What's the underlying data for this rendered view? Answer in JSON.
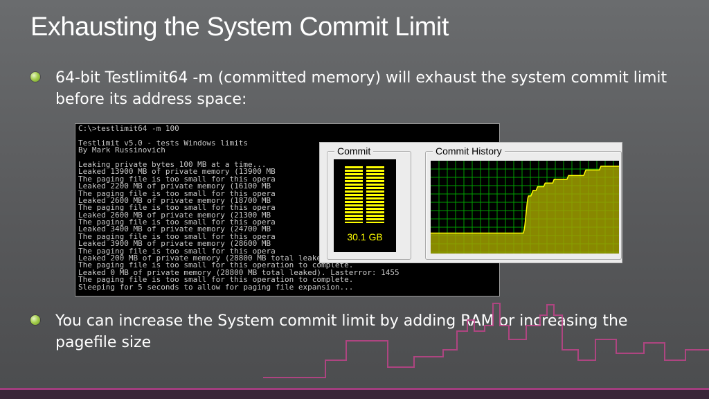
{
  "slide": {
    "title": "Exhausting the System Commit Limit",
    "bullets": [
      {
        "text": "64-bit Testlimit64 -m (committed memory) will exhaust the system commit limit before its address space:"
      },
      {
        "text": "You can increase the System commit limit by adding RAM or increasing the pagefile size"
      }
    ]
  },
  "console": {
    "lines": [
      "C:\\>testlimit64 -m 100",
      "",
      "Testlimit v5.0 - tests Windows limits",
      "By Mark Russinovich",
      "",
      "Leaking private bytes 100 MB at a time...",
      "Leaked 13900 MB of private memory (13900 MB",
      "The paging file is too small for this opera",
      "Leaked 2200 MB of private memory (16100 MB",
      "The paging file is too small for this opera",
      "Leaked 2600 MB of private memory (18700 MB",
      "The paging file is too small for this opera",
      "Leaked 2600 MB of private memory (21300 MB",
      "The paging file is too small for this opera",
      "Leaked 3400 MB of private memory (24700 MB",
      "The paging file is too small for this opera",
      "Leaked 3900 MB of private memory (28600 MB",
      "The paging file is too small for this opera",
      "Leaked 200 MB of private memory (28800 MB total leaked). Lasterror: 1455",
      "The paging file is too small for this operation to complete.",
      "Leaked 0 MB of private memory (28800 MB total leaked). Lasterror: 1455",
      "The paging file is too small for this operation to complete.",
      "Sleeping for 5 seconds to allow for paging file expansion..."
    ]
  },
  "task_manager": {
    "commit_label": "Commit",
    "history_label": "Commit History",
    "commit_value": "30.1 GB",
    "colors": {
      "meter_fill": "#ffff00",
      "grid": "#00a000",
      "history_fill": "#a0a000",
      "history_line": "#ffff00"
    },
    "commit_history": [
      0.22,
      0.22,
      0.22,
      0.22,
      0.22,
      0.22,
      0.22,
      0.22,
      0.22,
      0.22,
      0.22,
      0.22,
      0.22,
      0.22,
      0.22,
      0.22,
      0.22,
      0.22,
      0.22,
      0.22,
      0.22,
      0.22,
      0.22,
      0.22,
      0.22,
      0.22,
      0.22,
      0.22,
      0.22,
      0.22,
      0.22,
      0.22,
      0.22,
      0.22,
      0.22,
      0.22,
      0.22,
      0.22,
      0.22,
      0.22,
      0.22,
      0.22,
      0.22,
      0.22,
      0.22,
      0.22,
      0.22,
      0.22,
      0.22,
      0.22,
      0.22,
      0.22,
      0.22,
      0.22,
      0.22,
      0.22,
      0.22,
      0.22,
      0.22,
      0.22,
      0.22,
      0.22,
      0.22,
      0.22,
      0.22,
      0.22,
      0.22,
      0.22,
      0.22,
      0.22,
      0.22,
      0.22,
      0.22,
      0.22,
      0.22,
      0.22,
      0.22,
      0.22,
      0.22,
      0.22,
      0.22,
      0.22,
      0.22,
      0.22,
      0.22,
      0.22,
      0.22,
      0.22,
      0.22,
      0.22,
      0.22,
      0.22,
      0.22,
      0.22,
      0.22,
      0.22,
      0.22,
      0.22,
      0.22,
      0.22,
      0.22,
      0.22,
      0.22,
      0.22,
      0.22,
      0.22,
      0.22,
      0.22,
      0.22,
      0.22,
      0.22,
      0.22,
      0.22,
      0.22,
      0.22,
      0.22,
      0.22,
      0.22,
      0.22,
      0.22,
      0.22,
      0.22,
      0.22,
      0.22,
      0.25,
      0.3,
      0.38,
      0.46,
      0.54,
      0.6,
      0.62,
      0.62,
      0.62,
      0.62,
      0.64,
      0.66,
      0.68,
      0.68,
      0.68,
      0.68,
      0.68,
      0.7,
      0.72,
      0.72,
      0.72,
      0.72,
      0.72,
      0.72,
      0.72,
      0.72,
      0.72,
      0.74,
      0.76,
      0.76,
      0.76,
      0.76,
      0.76,
      0.76,
      0.76,
      0.76,
      0.76,
      0.76,
      0.76,
      0.78,
      0.8,
      0.8,
      0.8,
      0.8,
      0.8,
      0.8,
      0.8,
      0.8,
      0.8,
      0.8,
      0.8,
      0.8,
      0.8,
      0.8,
      0.8,
      0.8,
      0.8,
      0.8,
      0.82,
      0.84,
      0.84,
      0.84,
      0.84,
      0.84,
      0.84,
      0.84,
      0.84,
      0.84,
      0.84,
      0.84,
      0.84,
      0.84,
      0.84,
      0.84,
      0.84,
      0.84,
      0.84,
      0.84,
      0.84,
      0.84,
      0.86,
      0.88,
      0.9,
      0.9,
      0.9,
      0.9,
      0.9,
      0.9,
      0.9,
      0.9,
      0.9,
      0.9,
      0.9,
      0.9,
      0.9,
      0.9,
      0.9,
      0.9,
      0.9,
      0.9,
      0.9,
      0.92,
      0.94,
      0.94,
      0.94,
      0.94,
      0.94,
      0.94,
      0.94,
      0.94,
      0.94,
      0.94,
      0.94,
      0.94,
      0.94,
      0.94,
      0.94,
      0.94,
      0.94,
      0.94,
      0.94,
      0.94,
      0.94,
      0.94,
      0.94,
      0.94,
      0.94
    ]
  }
}
